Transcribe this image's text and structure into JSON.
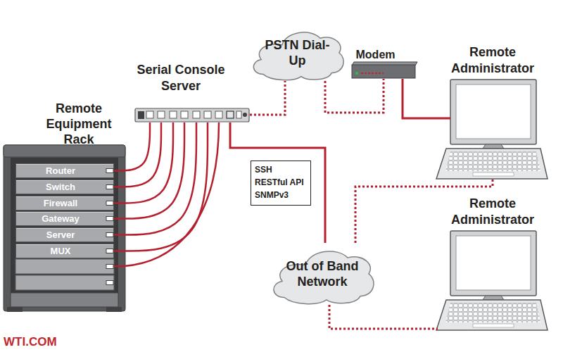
{
  "diagram": {
    "nodes": [
      {
        "text": [
          "Remote Equipment Rack"
        ]
      },
      {
        "text": [
          "Router"
        ],
        "in": 0
      },
      {
        "text": [
          "Switch"
        ],
        "in": 0
      },
      {
        "text": [
          "Firewall"
        ],
        "in": 0
      },
      {
        "text": [
          "Gateway"
        ],
        "in": 0
      },
      {
        "text": [
          "Server"
        ],
        "in": 0
      },
      {
        "text": [
          "MUX"
        ],
        "in": 0
      },
      {
        "text": [
          "Serial Console Server"
        ]
      },
      {
        "text": [
          "PSTN Dial-Up"
        ]
      },
      {
        "text": [
          "Modem"
        ]
      },
      {
        "text": [
          "Remote Administrator"
        ]
      },
      {
        "text": [
          "SSH",
          "RESTful API",
          "SNMPv3"
        ]
      },
      {
        "text": [
          "Out of Band Network"
        ]
      },
      {
        "text": [
          "Remote Administrator"
        ]
      }
    ],
    "edges": [
      {
        "from": 1,
        "to": 7,
        "arrow": "none"
      },
      {
        "from": 2,
        "to": 7,
        "arrow": "none"
      },
      {
        "from": 3,
        "to": 7,
        "arrow": "none"
      },
      {
        "from": 4,
        "to": 7,
        "arrow": "none"
      },
      {
        "from": 5,
        "to": 7,
        "arrow": "none"
      },
      {
        "from": 6,
        "to": 7,
        "arrow": "none"
      },
      {
        "from": 7,
        "to": 8,
        "arrow": "none"
      },
      {
        "from": 8,
        "to": 9,
        "arrow": "none"
      },
      {
        "from": 9,
        "to": 10,
        "arrow": "none"
      },
      {
        "from": 7,
        "to": 12,
        "arrow": "none"
      },
      {
        "from": 12,
        "to": 10,
        "arrow": "none"
      },
      {
        "from": 12,
        "to": 13,
        "arrow": "none"
      }
    ],
    "labels": [
      "WTI.COM"
    ]
  }
}
